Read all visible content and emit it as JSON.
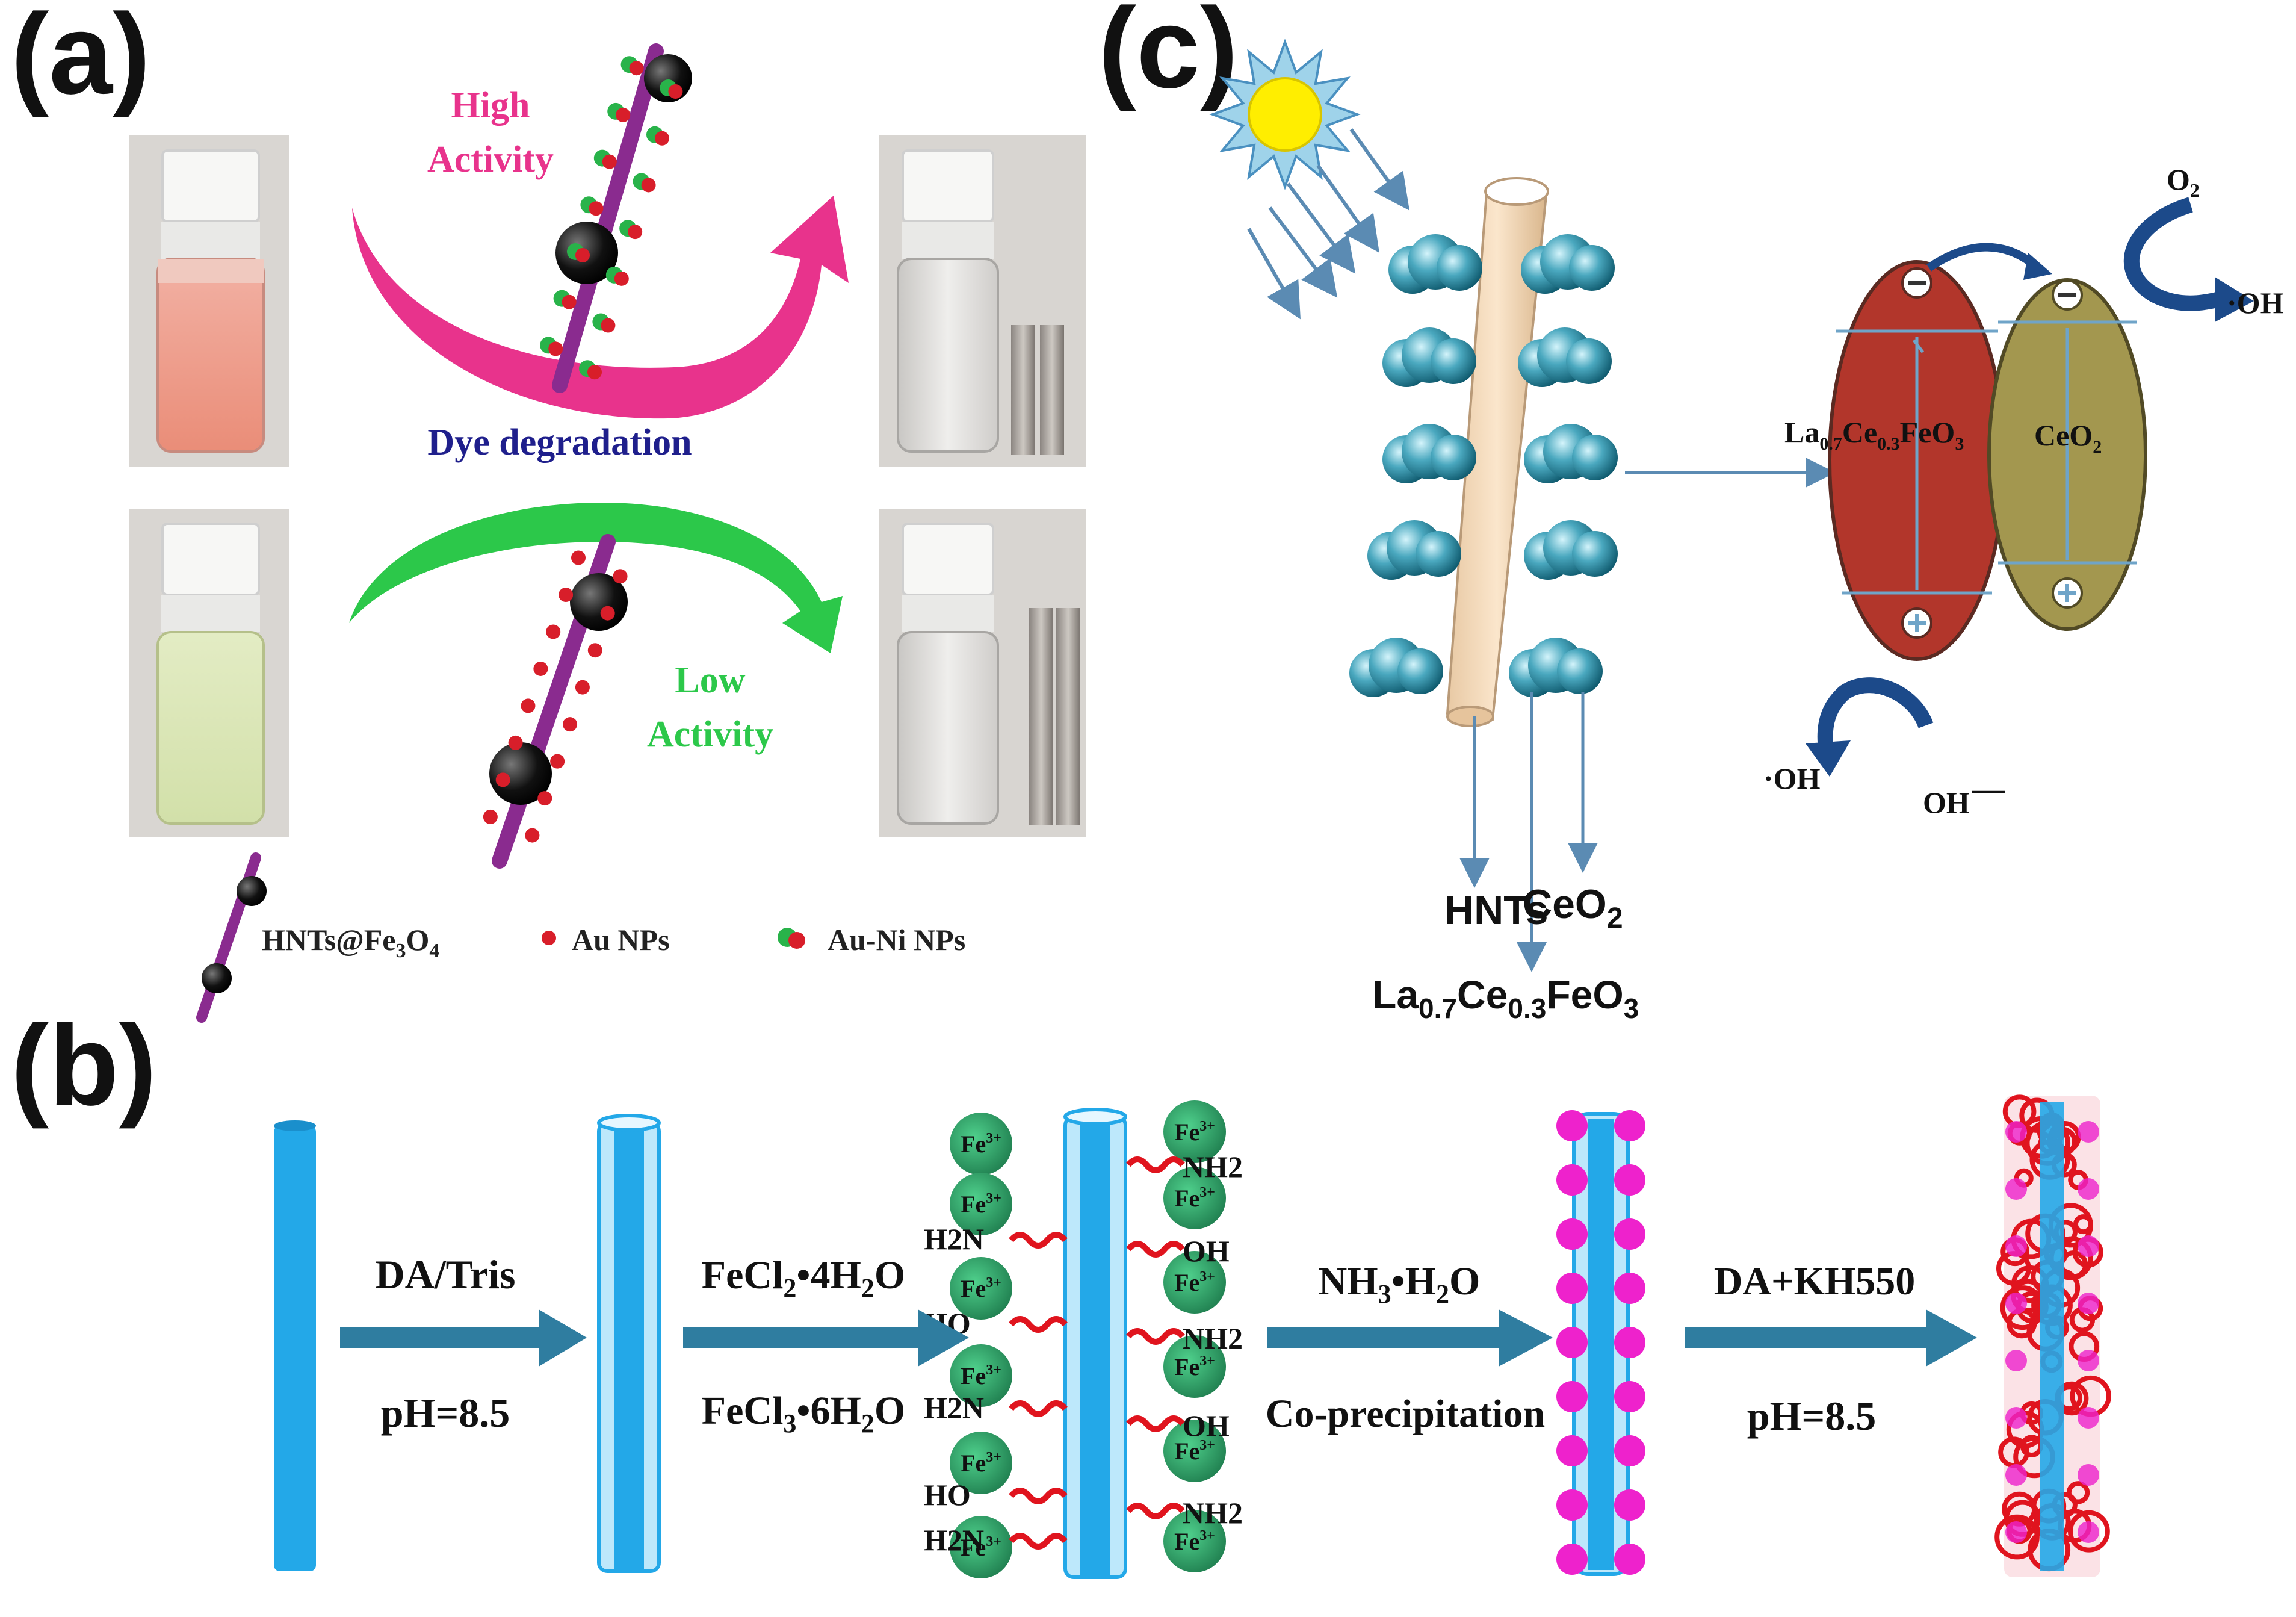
{
  "panels": {
    "a": {
      "label": "(a)",
      "high_activity": [
        "High",
        "Activity"
      ],
      "dye_degradation": "Dye degradation",
      "low_activity": [
        "Low",
        "Activity"
      ],
      "legend": {
        "hnts": "HNTs@Fe",
        "hnts_sub3": "3",
        "hnts_o": "O",
        "hnts_sub4": "4",
        "au": "Au NPs",
        "auni": "Au-Ni NPs"
      }
    },
    "b": {
      "label": "(b)",
      "step1": {
        "top": "DA/Tris",
        "bottom": "pH=8.5"
      },
      "step2": {
        "top_a": "FeCl",
        "top_sub": "2",
        "top_b": "•4H",
        "top_sub2": "2",
        "top_c": "O",
        "bot_a": "FeCl",
        "bot_sub": "3",
        "bot_b": "•6H",
        "bot_sub2": "2",
        "bot_c": "O"
      },
      "step3": {
        "top_a": "NH",
        "top_sub": "3",
        "top_b": "•H",
        "top_sub2": "2",
        "top_c": "O",
        "bottom": "Co-precipitation"
      },
      "step4": {
        "top": "DA+KH550",
        "bottom": "pH=8.5"
      },
      "fe_label": "Fe",
      "fe_sup": "3+",
      "left_groups": [
        "H2N",
        "HO",
        "H2N",
        "HO",
        "H2N"
      ],
      "right_groups": [
        "NH2",
        "OH",
        "NH2",
        "OH",
        "NH2"
      ]
    },
    "c": {
      "label": "(c)",
      "hnts": "HNTs",
      "ceo2_a": "CeO",
      "ceo2_sub": "2",
      "lcf_a": "La",
      "lcf_sub1": "0.7",
      "lcf_b": "Ce",
      "lcf_sub2": "0.3",
      "lcf_c": "FeO",
      "lcf_sub3": "3",
      "ellipse_left": {
        "a": "La",
        "s1": "0.7",
        "b": "Ce",
        "s2": "0.3",
        "c": "FeO",
        "s3": "3"
      },
      "ellipse_right": {
        "a": "CeO",
        "s": "2"
      },
      "o2_a": "O",
      "o2_sub": "2",
      "oh_right": "·OH",
      "oh_left": "·OH",
      "oh_minus": "OH",
      "minus": "—"
    }
  },
  "colors": {
    "magenta_arrow": "#e8338c",
    "green_arrow": "#2cc84a",
    "navy": "#1f1f8c",
    "steel": "#5b8bb3",
    "tube_blue": "#23a8e8",
    "fe_green": "#2f9d6a",
    "pink_dot": "#ee22cc",
    "red": "#e0141e",
    "lcfo_red": "#b2362b",
    "ceo2_olive": "#a3974f"
  }
}
